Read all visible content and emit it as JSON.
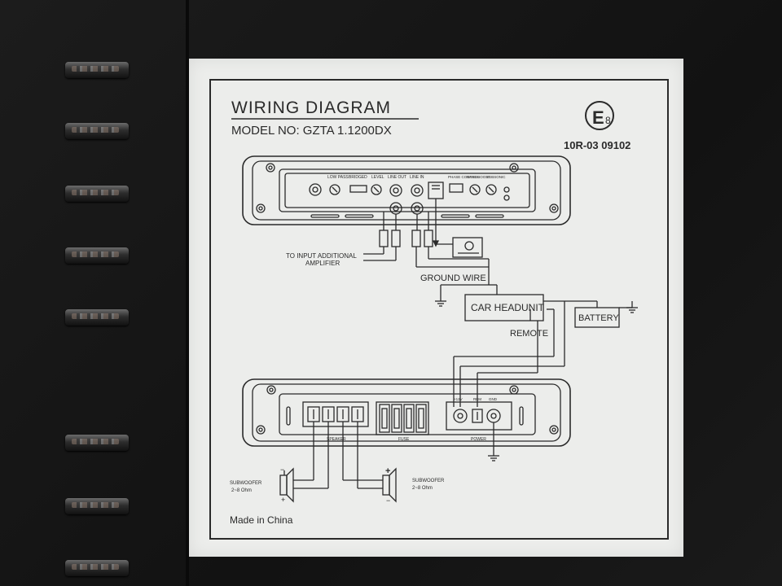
{
  "label": {
    "title": "WIRING DIAGRAM",
    "model": "MODEL NO: GZTA 1.1200DX",
    "approval_mark": "E",
    "approval_number": "8",
    "approval_code": "10R-03 09102",
    "made_in": "Made in China"
  },
  "top_amp": {
    "controls": {
      "low_pass": "LOW PASS",
      "bridged": "BRIDGED",
      "level": "LEVEL",
      "line_out": "LINE OUT",
      "line_in": "LINE IN",
      "phase_control": "PHASE CONTROL",
      "bass_boost": "BASS BOOST",
      "subsonic": "SUBSONIC"
    }
  },
  "connections": {
    "input_note_line1": "TO INPUT ADDITIONAL",
    "input_note_line2": "AMPLIFIER",
    "ground_wire": "GROUND WIRE",
    "car_headunit": "CAR HEADUNIT",
    "battery": "BATTERY",
    "remote": "REMOTE"
  },
  "bottom_amp": {
    "speaker": "SPEAKER",
    "fuse": "FUSE",
    "power": "POWER",
    "power_terminals": [
      "+12V",
      "REM",
      "GND"
    ]
  },
  "subwoofers": [
    {
      "label": "SUBWOOFER",
      "impedance": "2~8 Ohm"
    },
    {
      "label": "SUBWOOFER",
      "impedance": "2~8 Ohm"
    }
  ],
  "colors": {
    "sticker": "#ecedeb",
    "ink": "#2a2a2a",
    "housing": "#161616"
  }
}
